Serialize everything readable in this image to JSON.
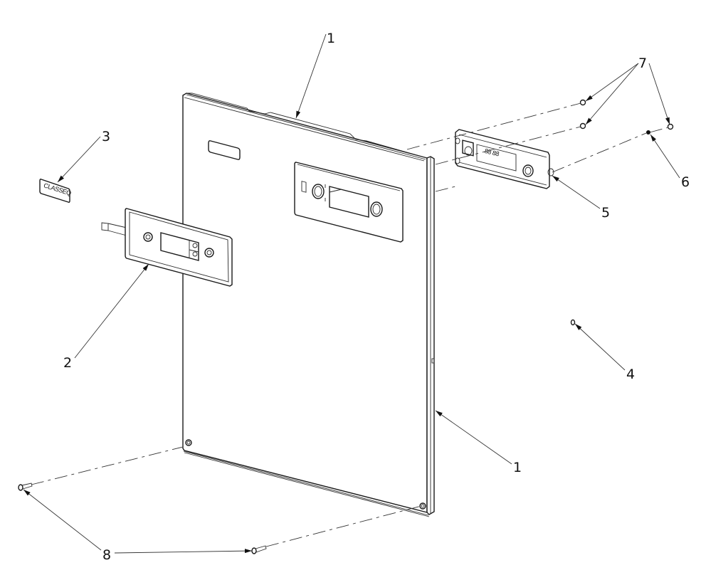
{
  "diagram": {
    "type": "exploded-parts-view",
    "subject": "Control panel assembly",
    "badge_label": "CLASSEQ",
    "callouts": [
      {
        "id": "callout-1-top",
        "label": "1",
        "part": "panel"
      },
      {
        "id": "callout-1-right",
        "label": "1",
        "part": "panel"
      },
      {
        "id": "callout-2",
        "label": "2",
        "part": "membrane-keypad-overlay"
      },
      {
        "id": "callout-3",
        "label": "3",
        "part": "classeq-badge"
      },
      {
        "id": "callout-4",
        "label": "4",
        "part": "small-ring"
      },
      {
        "id": "callout-5",
        "label": "5",
        "part": "control-board"
      },
      {
        "id": "callout-6",
        "label": "6",
        "part": "spacer"
      },
      {
        "id": "callout-7",
        "label": "7",
        "part": "nuts"
      },
      {
        "id": "callout-8",
        "label": "8",
        "part": "screws"
      }
    ]
  }
}
